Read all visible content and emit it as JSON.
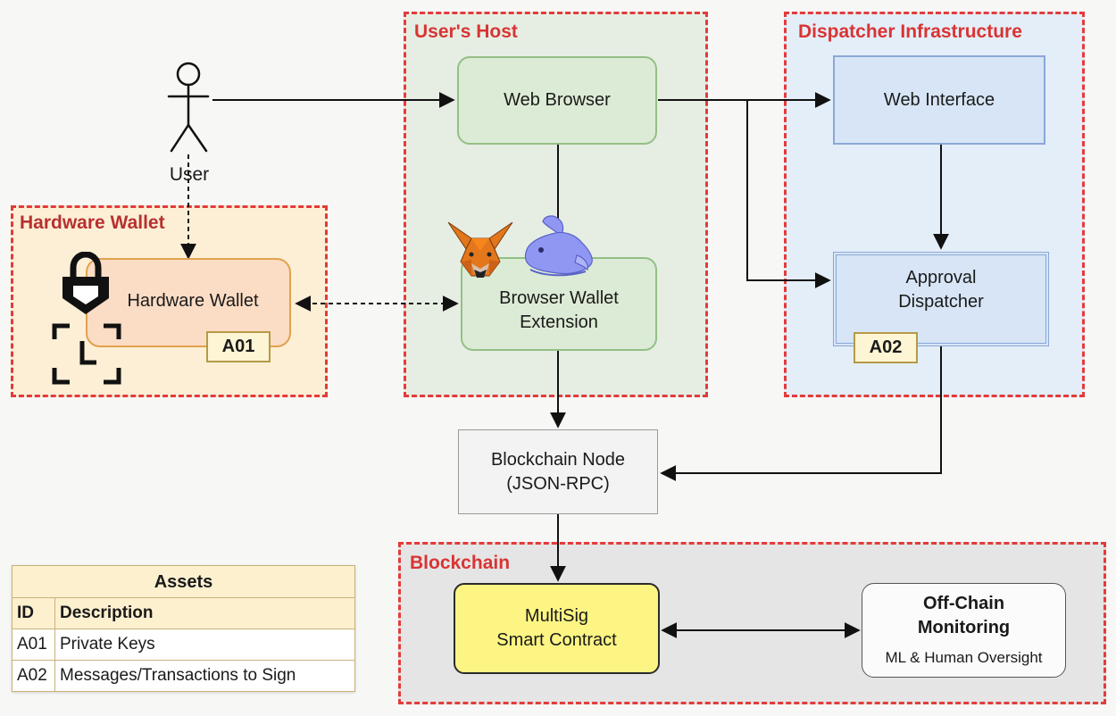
{
  "zones": {
    "users_host": "User's Host",
    "dispatcher": "Dispatcher Infrastructure",
    "hardware_wallet": "Hardware Wallet",
    "blockchain": "Blockchain"
  },
  "actor": {
    "label": "User"
  },
  "nodes": {
    "web_browser": "Web Browser",
    "web_interface": "Web Interface",
    "approval_line1": "Approval",
    "approval_line2": "Dispatcher",
    "wallet_ext_line1": "Browser Wallet",
    "wallet_ext_line2": "Extension",
    "hw_wallet": "Hardware Wallet",
    "node_line1": "Blockchain Node",
    "node_line2": "(JSON-RPC)",
    "multisig_line1": "MultiSig",
    "multisig_line2": "Smart Contract",
    "monitor_line1": "Off-Chain",
    "monitor_line2": "Monitoring",
    "monitor_sub": "ML & Human Oversight"
  },
  "asset_tags": {
    "a01": "A01",
    "a02": "A02"
  },
  "assets_table": {
    "title": "Assets",
    "headers": [
      "ID",
      "Description"
    ],
    "rows": [
      [
        "A01",
        "Private Keys"
      ],
      [
        "A02",
        "Messages/Transactions to Sign"
      ]
    ]
  },
  "icons": [
    "user-stick-figure-icon",
    "lock-icon",
    "scan-frame-icon",
    "fox-wallet-icon",
    "rabbit-wallet-icon"
  ],
  "colors": {
    "zone_border": "#e33b3b",
    "users_host_bg": "#e6eee3",
    "dispatcher_bg": "#e4eef8",
    "hardware_bg": "#fcefd6",
    "blockchain_bg": "#e5e5e5",
    "multisig_fill": "#fdf583"
  }
}
